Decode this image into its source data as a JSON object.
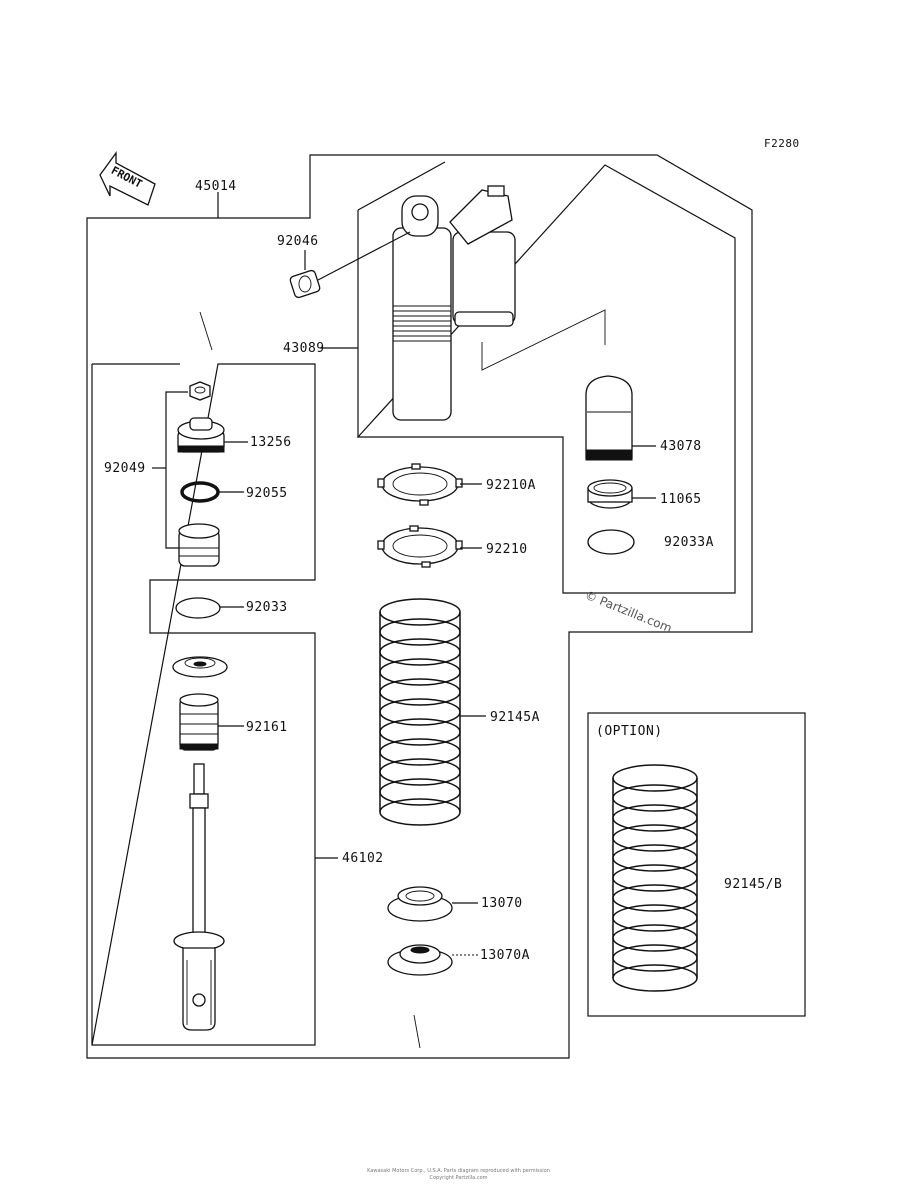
{
  "figure_code": "F2280",
  "front_label": "FRONT",
  "option_label": "(OPTION)",
  "watermark": "© Partzilla.com",
  "footer": {
    "line1": "Kawasaki Motors Corp., U.S.A. Parts diagram reproduced with permission",
    "line2": "Copyright Partzilla.com"
  },
  "parts": {
    "p45014": "45014",
    "p92046": "92046",
    "p43089": "43089",
    "p92049": "92049",
    "p13256": "13256",
    "p92055": "92055",
    "p92033": "92033",
    "p92161": "92161",
    "p46102": "46102",
    "p43078": "43078",
    "p11065": "11065",
    "p92033A": "92033A",
    "p92210A": "92210A",
    "p92210": "92210",
    "p92145A": "92145A",
    "p13070": "13070",
    "p13070A": "13070A",
    "p92145B": "92145/B"
  }
}
